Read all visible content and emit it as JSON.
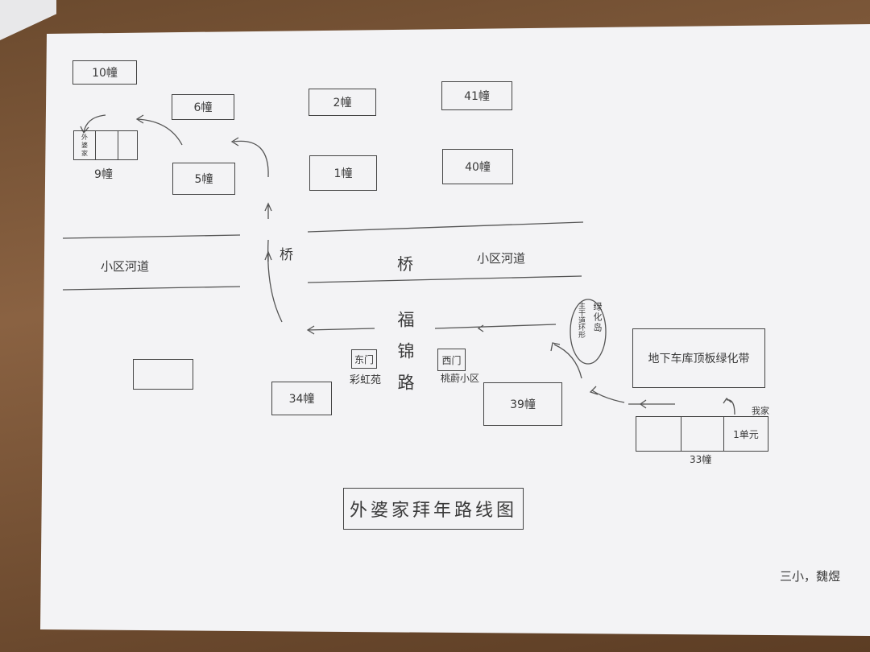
{
  "title": "外婆家拜年路线图",
  "signature": "三小，魏煜",
  "buildings": {
    "b10": "10幢",
    "b6": "6幢",
    "b5": "5幢",
    "b9": "9幢",
    "b9_unit": "外婆家",
    "b2": "2幢",
    "b1": "1幢",
    "b41": "41幢",
    "b40": "40幢",
    "b34": "34幢",
    "b39": "39幢",
    "b33": "33幢",
    "b33_unit": "1单元"
  },
  "labels": {
    "river_left": "小区河道",
    "river_right": "小区河道",
    "bridge_left": "桥",
    "bridge_center": "桥",
    "road": "福锦路",
    "east_gate": "东门",
    "east_community": "彩虹苑",
    "west_gate": "西门",
    "west_community": "桃蔚小区",
    "roundabout_a": "绿化岛",
    "roundabout_b": "主干道环形",
    "green_belt": "地下车库顶板绿化带",
    "my_home": "我家"
  }
}
